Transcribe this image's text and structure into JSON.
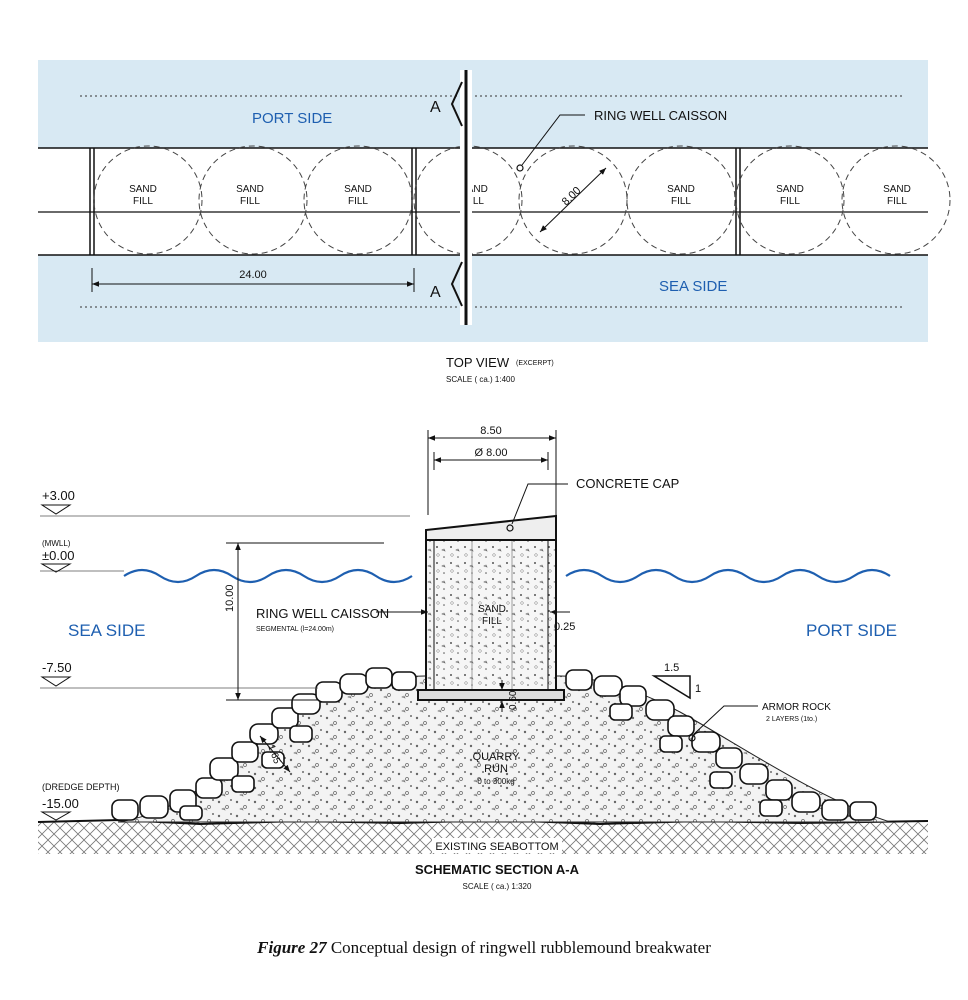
{
  "top_view": {
    "port_side": "PORT SIDE",
    "sea_side": "SEA SIDE",
    "ring_well_caisson": "RING WELL CAISSON",
    "sand": "SAND",
    "fill": "FILL",
    "dim_length": "24.00",
    "dim_diameter": "8.00",
    "section_mark": "A",
    "title": "TOP VIEW",
    "excerpt": "(EXCERPT)",
    "scale": "SCALE ( ca.) 1:400"
  },
  "section": {
    "elev_plus3": "+3.00",
    "mwll": "(MWLL)",
    "elev_zero": "±0.00",
    "elev_minus750": "-7.50",
    "dredge_depth": "(DREDGE DEPTH)",
    "elev_minus15": "-15.00",
    "dim_width": "8.50",
    "dim_diam": "Ø 8.00",
    "dim_height": "10.00",
    "dim_wall": "0.25",
    "dim_base": "0.60",
    "dim_armor": "1.65",
    "concrete_cap": "CONCRETE CAP",
    "ring_well_caisson": "RING WELL CAISSON",
    "segmental": "SEGMENTAL (l=24.00m)",
    "sea_side": "SEA SIDE",
    "port_side": "PORT SIDE",
    "sand": "SAND",
    "fill": "FILL",
    "slope_h": "1.5",
    "slope_v": "1",
    "armor_rock": "ARMOR ROCK",
    "armor_layers": "2 LAYERS (1to.)",
    "quarry": "QUARRY",
    "run": "RUN",
    "quarry_range": "0 to 300kg",
    "seabottom": "EXISTING SEABOTTOM",
    "title": "SCHEMATIC SECTION A-A",
    "scale": "SCALE ( ca.) 1:320"
  },
  "caption": {
    "figure": "Figure 27",
    "text": "Conceptual design of ringwell rubblemound breakwater"
  },
  "colors": {
    "water_band": "#d8e9f3",
    "wave": "#1e5fb0",
    "label_blue": "#1e5fb0"
  }
}
